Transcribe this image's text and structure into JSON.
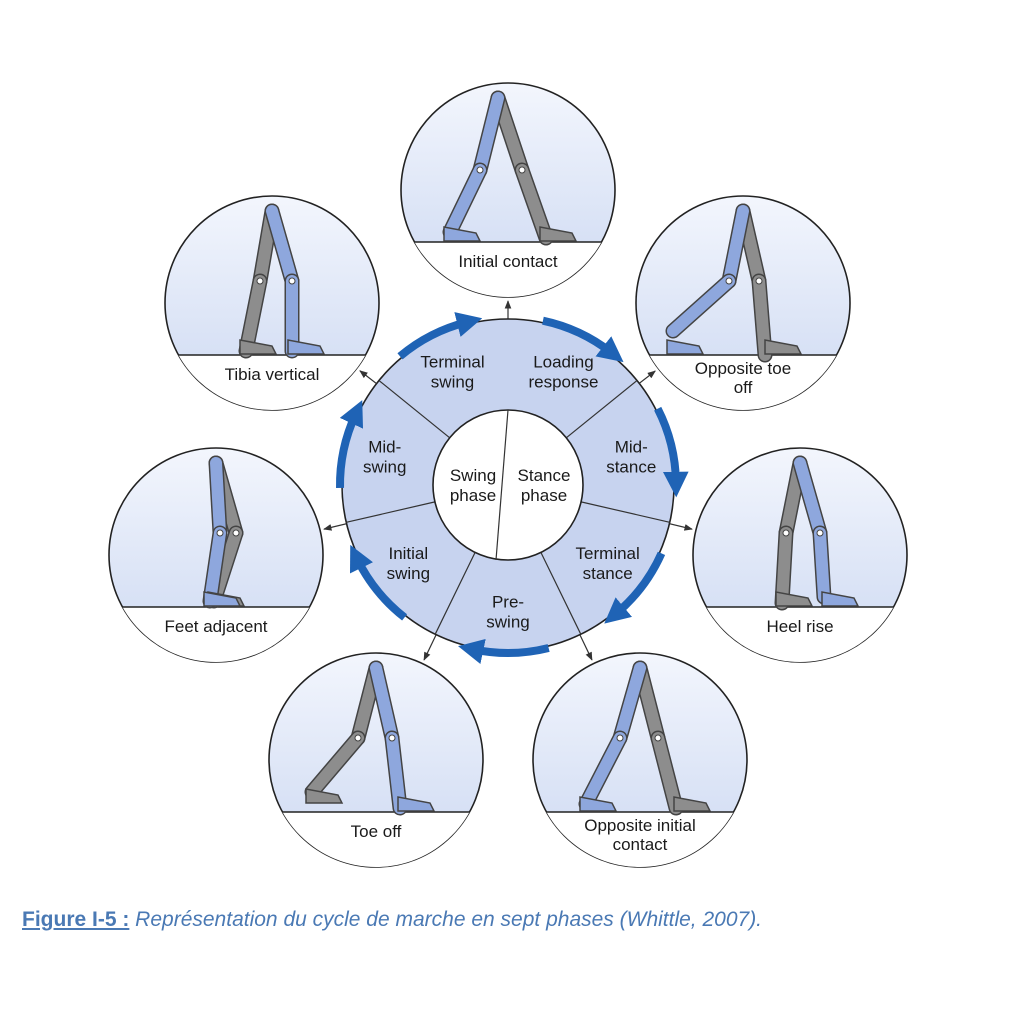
{
  "figure": {
    "positions": [
      {
        "label": [
          "Initial contact"
        ]
      },
      {
        "label": [
          "Opposite toe",
          "off"
        ]
      },
      {
        "label": [
          "Heel rise"
        ]
      },
      {
        "label": [
          "Opposite initial",
          "contact"
        ]
      },
      {
        "label": [
          "Toe off"
        ]
      },
      {
        "label": [
          "Feet adjacent"
        ]
      },
      {
        "label": [
          "Tibia vertical"
        ]
      }
    ],
    "phases": [
      {
        "label": [
          "Loading",
          "response"
        ]
      },
      {
        "label": [
          "Mid-",
          "stance"
        ]
      },
      {
        "label": [
          "Terminal",
          "stance"
        ]
      },
      {
        "label": [
          "Pre-",
          "swing"
        ]
      },
      {
        "label": [
          "Initial",
          "swing"
        ]
      },
      {
        "label": [
          "Mid-",
          "swing"
        ]
      },
      {
        "label": [
          "Terminal",
          "swing"
        ]
      }
    ],
    "center": {
      "swing": [
        "Swing",
        "phase"
      ],
      "stance": [
        "Stance",
        "phase"
      ]
    }
  },
  "caption": {
    "figure_label": "Figure I-5 :",
    "text": " Représentation du cycle de marche en sept phases (Whittle, 2007)."
  },
  "colors": {
    "ring_fill": "#c7d3ef",
    "bubble_fill": "#dfe7f7",
    "arrow": "#1f63b5",
    "limb_blue": "#8ea7dd",
    "limb_gray": "#8d8d8d",
    "caption": "#4a79b4"
  }
}
